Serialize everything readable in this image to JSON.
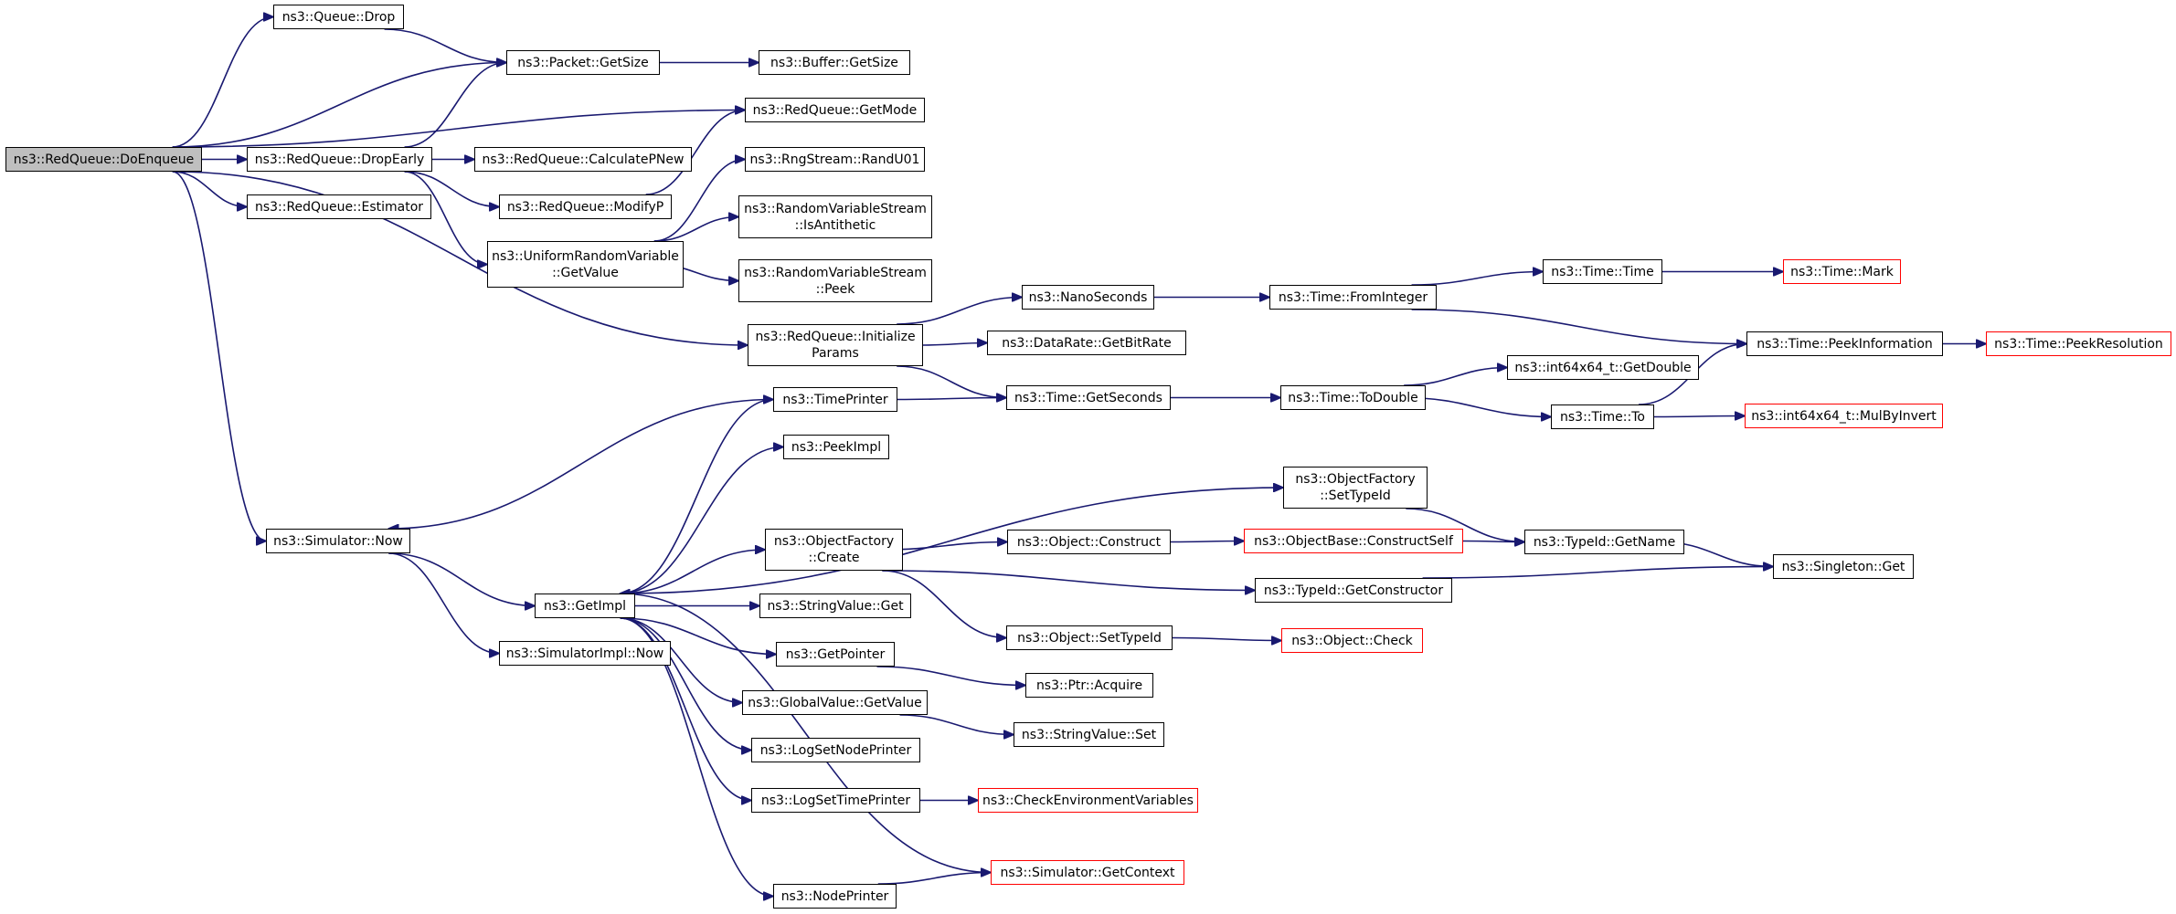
{
  "graph": {
    "edge_color": "#191970",
    "root_fill": "#bfbfbf",
    "truncated_border_color": "#ff0000",
    "nodes": [
      {
        "id": "doenqueue",
        "label": "ns3::RedQueue::DoEnqueue",
        "root": true
      },
      {
        "id": "queue_drop",
        "label": "ns3::Queue::Drop"
      },
      {
        "id": "packet_getsize",
        "label": "ns3::Packet::GetSize"
      },
      {
        "id": "buffer_getsize",
        "label": "ns3::Buffer::GetSize"
      },
      {
        "id": "redqueue_getmode",
        "label": "ns3::RedQueue::GetMode"
      },
      {
        "id": "redqueue_dropearly",
        "label": "ns3::RedQueue::DropEarly"
      },
      {
        "id": "redqueue_calculatepnew",
        "label": "ns3::RedQueue::CalculatePNew"
      },
      {
        "id": "redqueue_estimator",
        "label": "ns3::RedQueue::Estimator"
      },
      {
        "id": "redqueue_modifyp",
        "label": "ns3::RedQueue::ModifyP"
      },
      {
        "id": "rngstream_randu01",
        "label": "ns3::RngStream::RandU01"
      },
      {
        "id": "uniform_getvalue",
        "lines": [
          "ns3::UniformRandomVariable",
          "::GetValue"
        ]
      },
      {
        "id": "rvs_isantithetic",
        "lines": [
          "ns3::RandomVariableStream",
          "::IsAntithetic"
        ]
      },
      {
        "id": "rvs_peek",
        "lines": [
          "ns3::RandomVariableStream",
          "::Peek"
        ]
      },
      {
        "id": "nanoseconds",
        "label": "ns3::NanoSeconds"
      },
      {
        "id": "time_frominteger",
        "label": "ns3::Time::FromInteger"
      },
      {
        "id": "time_time",
        "label": "ns3::Time::Time"
      },
      {
        "id": "time_mark",
        "label": "ns3::Time::Mark",
        "truncated": true
      },
      {
        "id": "redqueue_initializeparams",
        "lines": [
          "ns3::RedQueue::Initialize",
          "Params"
        ]
      },
      {
        "id": "datarate_getbitrate",
        "label": "ns3::DataRate::GetBitRate"
      },
      {
        "id": "time_peekinformation",
        "label": "ns3::Time::PeekInformation"
      },
      {
        "id": "time_peekresolution",
        "label": "ns3::Time::PeekResolution",
        "truncated": true
      },
      {
        "id": "timeprinter",
        "label": "ns3::TimePrinter"
      },
      {
        "id": "time_getseconds",
        "label": "ns3::Time::GetSeconds"
      },
      {
        "id": "time_todouble",
        "label": "ns3::Time::ToDouble"
      },
      {
        "id": "int64_getdouble",
        "label": "ns3::int64x64_t::GetDouble"
      },
      {
        "id": "time_to",
        "label": "ns3::Time::To"
      },
      {
        "id": "int64_mulbyinvert",
        "label": "ns3::int64x64_t::MulByInvert",
        "truncated": true
      },
      {
        "id": "peekimpl",
        "label": "ns3::PeekImpl"
      },
      {
        "id": "objectfactory_settypeid",
        "lines": [
          "ns3::ObjectFactory",
          "::SetTypeId"
        ]
      },
      {
        "id": "simulator_now",
        "label": "ns3::Simulator::Now"
      },
      {
        "id": "objectfactory_create",
        "lines": [
          "ns3::ObjectFactory",
          "::Create"
        ]
      },
      {
        "id": "object_construct",
        "label": "ns3::Object::Construct"
      },
      {
        "id": "objectbase_constructself",
        "label": "ns3::ObjectBase::ConstructSelf",
        "truncated": true
      },
      {
        "id": "typeid_getname",
        "label": "ns3::TypeId::GetName"
      },
      {
        "id": "singleton_get",
        "label": "ns3::Singleton::Get"
      },
      {
        "id": "typeid_getconstructor",
        "label": "ns3::TypeId::GetConstructor"
      },
      {
        "id": "getimpl",
        "label": "ns3::GetImpl"
      },
      {
        "id": "stringvalue_get",
        "label": "ns3::StringValue::Get"
      },
      {
        "id": "simulatorimpl_now",
        "label": "ns3::SimulatorImpl::Now"
      },
      {
        "id": "object_settypeid",
        "label": "ns3::Object::SetTypeId"
      },
      {
        "id": "object_check",
        "label": "ns3::Object::Check",
        "truncated": true
      },
      {
        "id": "getpointer",
        "label": "ns3::GetPointer"
      },
      {
        "id": "ptr_acquire",
        "label": "ns3::Ptr::Acquire"
      },
      {
        "id": "globalvalue_getvalue",
        "label": "ns3::GlobalValue::GetValue"
      },
      {
        "id": "stringvalue_set",
        "label": "ns3::StringValue::Set"
      },
      {
        "id": "logsetnodeprinter",
        "label": "ns3::LogSetNodePrinter"
      },
      {
        "id": "logsettimeprinter",
        "label": "ns3::LogSetTimePrinter"
      },
      {
        "id": "checkenvvars",
        "label": "ns3::CheckEnvironmentVariables",
        "truncated": true
      },
      {
        "id": "simulator_getcontext",
        "label": "ns3::Simulator::GetContext",
        "truncated": true
      },
      {
        "id": "nodeprinter",
        "label": "ns3::NodePrinter"
      }
    ],
    "edges": [
      [
        "doenqueue",
        "queue_drop"
      ],
      [
        "doenqueue",
        "packet_getsize"
      ],
      [
        "doenqueue",
        "redqueue_getmode"
      ],
      [
        "doenqueue",
        "redqueue_dropearly"
      ],
      [
        "doenqueue",
        "redqueue_estimator"
      ],
      [
        "doenqueue",
        "redqueue_initializeparams"
      ],
      [
        "doenqueue",
        "simulator_now"
      ],
      [
        "queue_drop",
        "packet_getsize"
      ],
      [
        "packet_getsize",
        "buffer_getsize"
      ],
      [
        "redqueue_dropearly",
        "packet_getsize"
      ],
      [
        "redqueue_dropearly",
        "redqueue_calculatepnew"
      ],
      [
        "redqueue_dropearly",
        "redqueue_modifyp"
      ],
      [
        "redqueue_dropearly",
        "uniform_getvalue"
      ],
      [
        "redqueue_modifyp",
        "redqueue_getmode"
      ],
      [
        "uniform_getvalue",
        "rngstream_randu01"
      ],
      [
        "uniform_getvalue",
        "rvs_isantithetic"
      ],
      [
        "uniform_getvalue",
        "rvs_peek"
      ],
      [
        "redqueue_initializeparams",
        "nanoseconds"
      ],
      [
        "redqueue_initializeparams",
        "datarate_getbitrate"
      ],
      [
        "redqueue_initializeparams",
        "time_getseconds"
      ],
      [
        "nanoseconds",
        "time_frominteger"
      ],
      [
        "time_frominteger",
        "time_time"
      ],
      [
        "time_frominteger",
        "time_peekinformation"
      ],
      [
        "time_time",
        "time_mark"
      ],
      [
        "time_peekinformation",
        "time_peekresolution"
      ],
      [
        "timeprinter",
        "time_getseconds"
      ],
      [
        "timeprinter",
        "simulator_now"
      ],
      [
        "time_getseconds",
        "time_todouble"
      ],
      [
        "time_todouble",
        "int64_getdouble"
      ],
      [
        "time_todouble",
        "time_to"
      ],
      [
        "time_to",
        "time_peekinformation"
      ],
      [
        "time_to",
        "int64_mulbyinvert"
      ],
      [
        "simulator_now",
        "getimpl"
      ],
      [
        "simulator_now",
        "simulatorimpl_now"
      ],
      [
        "getimpl",
        "timeprinter"
      ],
      [
        "getimpl",
        "peekimpl"
      ],
      [
        "getimpl",
        "objectfactory_settypeid"
      ],
      [
        "getimpl",
        "objectfactory_create"
      ],
      [
        "getimpl",
        "stringvalue_get"
      ],
      [
        "getimpl",
        "getpointer"
      ],
      [
        "getimpl",
        "globalvalue_getvalue"
      ],
      [
        "getimpl",
        "logsetnodeprinter"
      ],
      [
        "getimpl",
        "logsettimeprinter"
      ],
      [
        "getimpl",
        "nodeprinter"
      ],
      [
        "simulator_getcontext",
        "getimpl"
      ],
      [
        "objectfactory_settypeid",
        "typeid_getname"
      ],
      [
        "objectfactory_create",
        "object_construct"
      ],
      [
        "objectfactory_create",
        "typeid_getconstructor"
      ],
      [
        "objectfactory_create",
        "object_settypeid"
      ],
      [
        "object_construct",
        "objectbase_constructself"
      ],
      [
        "objectbase_constructself",
        "typeid_getname"
      ],
      [
        "typeid_getname",
        "singleton_get"
      ],
      [
        "typeid_getconstructor",
        "singleton_get"
      ],
      [
        "object_settypeid",
        "object_check"
      ],
      [
        "getpointer",
        "ptr_acquire"
      ],
      [
        "globalvalue_getvalue",
        "stringvalue_set"
      ],
      [
        "logsettimeprinter",
        "checkenvvars"
      ],
      [
        "nodeprinter",
        "simulator_getcontext"
      ]
    ]
  }
}
